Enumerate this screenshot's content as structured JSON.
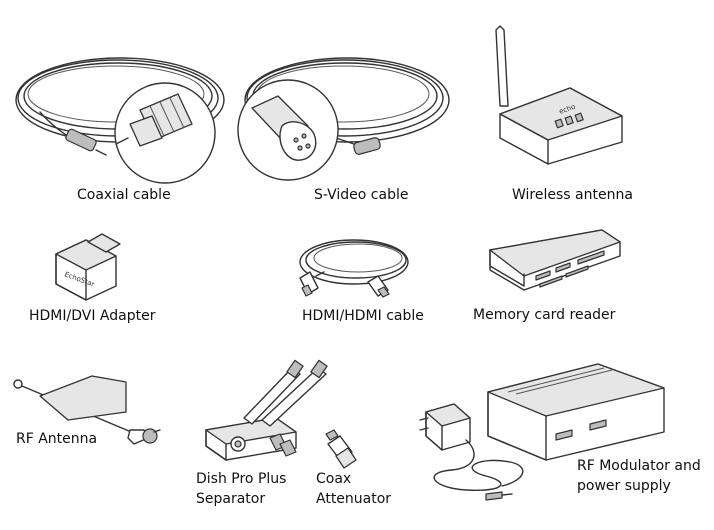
{
  "accessories": [
    {
      "id": "coaxial",
      "label": "Coaxial cable"
    },
    {
      "id": "svideo",
      "label": "S-Video cable"
    },
    {
      "id": "wireless",
      "label": "Wireless antenna"
    },
    {
      "id": "hdmi_dvi",
      "label": "HDMI/DVI Adapter"
    },
    {
      "id": "hdmi_hdmi",
      "label": "HDMI/HDMI cable"
    },
    {
      "id": "card_reader",
      "label": "Memory card reader"
    },
    {
      "id": "rf_antenna",
      "label": "RF Antenna"
    },
    {
      "id": "dish_sep",
      "label_line1": "Dish Pro Plus",
      "label_line2": "Separator"
    },
    {
      "id": "coax_att",
      "label_line1": "Coax",
      "label_line2": "Attenuator"
    },
    {
      "id": "rf_mod",
      "label_line1": "RF Modulator and",
      "label_line2": "power supply"
    }
  ]
}
